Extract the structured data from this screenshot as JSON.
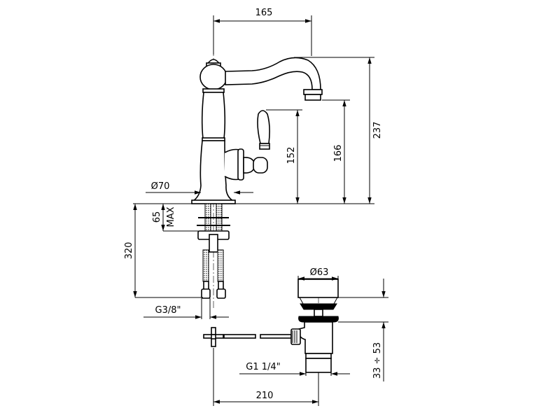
{
  "drawing": {
    "title": "Single-lever basin mixer with pop-up waste – dimensional drawing",
    "dimensions": {
      "spout_reach": "165",
      "total_height": "237",
      "spout_outlet_height": "166",
      "handle_height": "152",
      "base_diameter": "Ø70",
      "max_deck_thickness": "65",
      "max_label": "MAX",
      "hose_length": "320",
      "hose_connection": "G3/8\"",
      "waste_diameter": "Ø63",
      "waste_range": "33 ÷ 53",
      "waste_thread": "G1 1/4\"",
      "tap_to_waste_distance": "210"
    }
  }
}
